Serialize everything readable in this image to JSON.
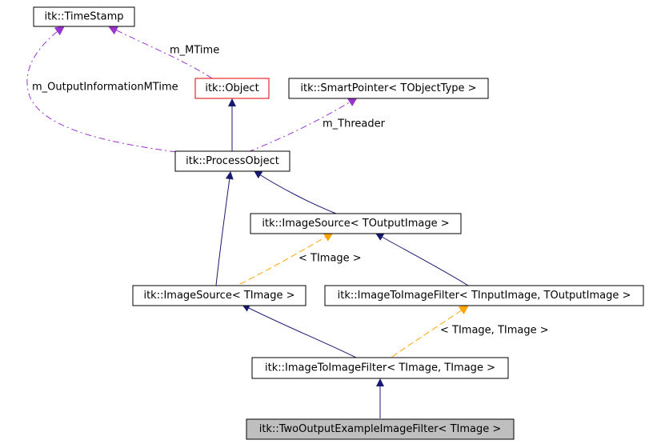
{
  "nodes": {
    "timestamp": "itk::TimeStamp",
    "object": "itk::Object",
    "smartpointer": "itk::SmartPointer< TObjectType >",
    "processobject": "itk::ProcessObject",
    "imagesource_toutput": "itk::ImageSource< TOutputImage >",
    "imagesource_timage": "itk::ImageSource< TImage >",
    "imagetoimagefilter_generic": "itk::ImageToImageFilter< TInputImage, TOutputImage >",
    "imagetoimagefilter_timage": "itk::ImageToImageFilter< TImage, TImage >",
    "twooutput": "itk::TwoOutputExampleImageFilter< TImage >"
  },
  "edge_labels": {
    "m_mtime": "m_MTime",
    "m_output_information_mtime": "m_OutputInformationMTime",
    "m_threader": "m_Threader",
    "template_timage": "< TImage >",
    "template_timage_timage": "< TImage, TImage >"
  },
  "colors": {
    "inheritance": "#191970",
    "usage": "#9a32cd",
    "template": "#ffa500",
    "highlight_border": "#e00000",
    "current_fill": "#bfbfbf"
  }
}
